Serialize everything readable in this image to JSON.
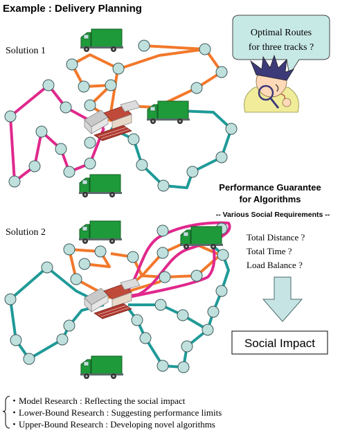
{
  "title": "Example : Delivery Planning",
  "solution1_label": "Solution 1",
  "solution2_label": "Solution 2",
  "speech_bubble": {
    "line1": "Optimal Routes",
    "line2": "for three tracks ?"
  },
  "guarantee": {
    "line1": "Performance Guarantee",
    "line2": "for Algorithms",
    "subtitle": "-- Various Social Requirements --"
  },
  "questions": [
    "Total Distance ?",
    "Total Time ?",
    "Load Balance ?"
  ],
  "social_impact": "Social Impact",
  "research": [
    "・Model Research :  Reflecting the social impact",
    "・Lower-Bound Research :  Suggesting performance limits",
    "・Upper-Bound Research  :  Developing novel algorithms"
  ],
  "colors": {
    "route_orange": "#f2782b",
    "route_pink": "#e0288c",
    "route_teal": "#1f9a98",
    "node_fill": "#bfe0dd",
    "truck_green": "#1e9a3a",
    "bubble_fill": "#c7e9e6",
    "arrow_fill": "#c7e4e4"
  },
  "icons": [
    "truck-icon",
    "depot-icon",
    "customer-node",
    "thinking-person-icon",
    "down-arrow-icon"
  ]
}
